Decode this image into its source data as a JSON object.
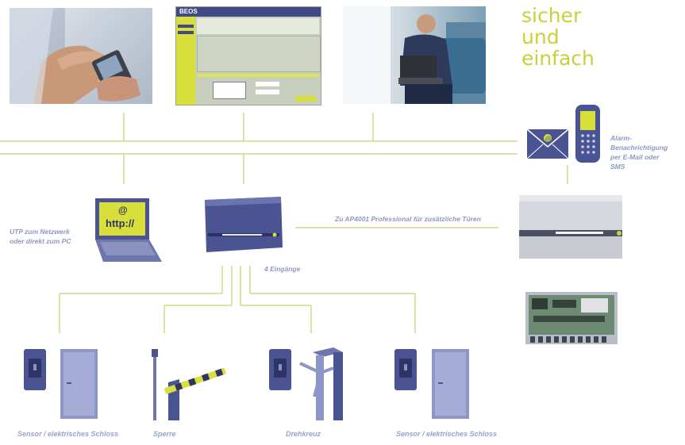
{
  "headline": {
    "line1": "sicher",
    "line2": "und",
    "line3": "einfach"
  },
  "software_logo": "BEOS",
  "browser_screen_text": {
    "at": "@",
    "url": "http://"
  },
  "labels": {
    "utp": [
      "UTP zum Netzwerk",
      "oder direkt zum PC"
    ],
    "expansion": "Zu AP4001 Professional für zusätzliche Türen",
    "inputs": "4 Eingänge",
    "alarm": [
      "Alarm-",
      "Benachrichtigung",
      "per E-Mail oder",
      "SMS"
    ]
  },
  "captions": {
    "door1": "Sensor / elektrisches Schloss",
    "barrier": "Sperre",
    "turnstile": "Drehkreuz",
    "door2": "Sensor / elektrisches Schloss"
  },
  "colors": {
    "line": "#c9d13a",
    "device": "#4a5493",
    "label": "#8f98c4"
  }
}
